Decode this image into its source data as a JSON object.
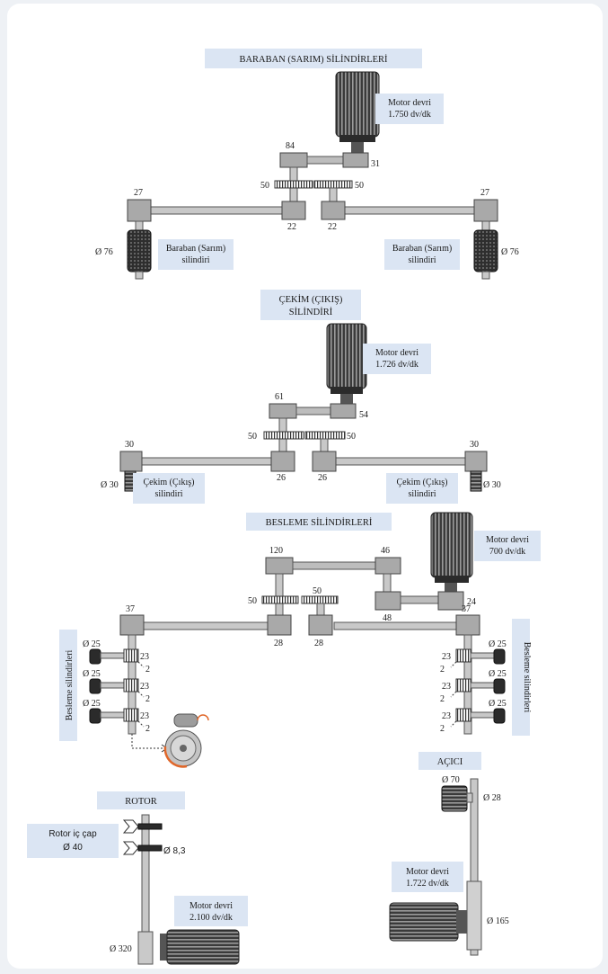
{
  "baraban": {
    "title": "BARABAN (SARIM) SİLİNDİRLERİ",
    "motor_line1": "Motor devri",
    "motor_line2": "1.750 dv/dk",
    "n84": "84",
    "n31": "31",
    "n50a": "50",
    "n50b": "50",
    "n27a": "27",
    "n27b": "27",
    "n22a": "22",
    "n22b": "22",
    "d76a": "Ø 76",
    "d76b": "Ø 76",
    "cyl_left_1": "Baraban (Sarım)",
    "cyl_left_2": "silindiri",
    "cyl_right_1": "Baraban (Sarım)",
    "cyl_right_2": "silindiri"
  },
  "cekim": {
    "title_1": "ÇEKİM (ÇIKIŞ)",
    "title_2": "SİLİNDİRİ",
    "motor_line1": "Motor devri",
    "motor_line2": "1.726 dv/dk",
    "n61": "61",
    "n54": "54",
    "n50a": "50",
    "n50b": "50",
    "n30a": "30",
    "n30b": "30",
    "n26a": "26",
    "n26b": "26",
    "d30a": "Ø 30",
    "d30b": "Ø 30",
    "cyl_left_1": "Çekim (Çıkış)",
    "cyl_left_2": "silindiri",
    "cyl_right_1": "Çekim (Çıkış)",
    "cyl_right_2": "silindiri"
  },
  "besleme": {
    "title": "BESLEME SİLİNDİRLERİ",
    "motor_line1": "Motor devri",
    "motor_line2": "700 dv/dk",
    "n120": "120",
    "n46": "46",
    "n48": "48",
    "n24": "24",
    "n50a": "50",
    "n50b": "50",
    "n37a": "37",
    "n37b": "37",
    "n28a": "28",
    "n28b": "28",
    "side_left": "Besleme silindirleri",
    "side_right": "Besleme silindirleri",
    "d25": "Ø 25",
    "n23": "23",
    "n2": "2"
  },
  "rotor": {
    "title": "ROTOR",
    "inner_1": "Rotor iç çap",
    "inner_2": "Ø 40",
    "d83": "Ø 8,3",
    "d320": "Ø 320",
    "motor_line1": "Motor devri",
    "motor_line2": "2.100 dv/dk"
  },
  "acici": {
    "title": "AÇICI",
    "d70": "Ø 70",
    "d28": "Ø 28",
    "d165": "Ø 165",
    "motor_line1": "Motor devri",
    "motor_line2": "1.722 dv/dk"
  },
  "colors": {
    "label_bg": "#dbe5f3",
    "gear_orange": "#e0672a"
  }
}
